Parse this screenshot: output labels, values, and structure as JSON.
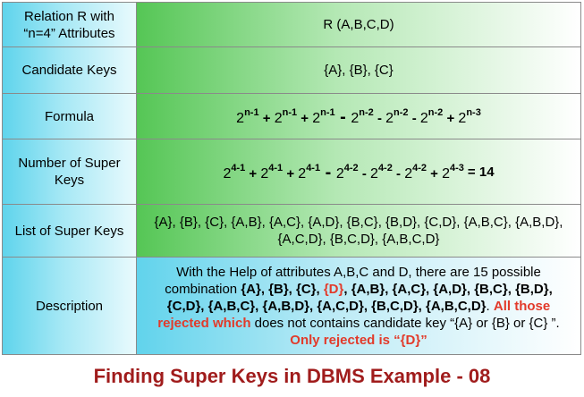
{
  "rows": [
    {
      "label": "Relation R with “n=4” Attributes",
      "value": "R (A,B,C,D)"
    },
    {
      "label": "Candidate Keys",
      "value": "{A}, {B}, {C}"
    },
    {
      "label": "Formula"
    },
    {
      "label": "Number of Super Keys",
      "result": "= 14"
    },
    {
      "label": "List of Super Keys",
      "value": "{A}, {B}, {C}, {A,B}, {A,C}, {A,D}, {B,C}, {B,D}, {C,D}, {A,B,C}, {A,B,D}, {A,C,D}, {B,C,D}, {A,B,C,D}"
    },
    {
      "label": "Description"
    }
  ],
  "formula": {
    "base": "2",
    "exps": [
      "n-1",
      "n-1",
      "n-1",
      "n-2",
      "n-2",
      "n-2",
      "n-3"
    ],
    "ops": [
      "+",
      "+",
      "-",
      "-",
      "-",
      "+"
    ]
  },
  "count_formula": {
    "base": "2",
    "exps": [
      "4-1",
      "4-1",
      "4-1",
      "4-2",
      "4-2",
      "4-2",
      "4-3"
    ],
    "ops": [
      "+",
      "+",
      "-",
      "-",
      "-",
      "+"
    ]
  },
  "description": {
    "intro": "With the Help of attributes A,B,C and D, there are 15 possible combination",
    "sets_a": "{A}, {B}, {C},",
    "rejected_set": "{D}",
    "sets_b": ", {A,B}, {A,C}, {A,D}, {B,C}, {B,D}, {C,D}, {A,B,C}, {A,B,D}, {A,C,D}, {B,C,D}, {A,B,C,D}",
    "dot": ".",
    "red1": "All those rejected which",
    "mid": "does not contains candidate key “{A} or {B} or {C} ”.",
    "red2": "Only rejected is “{D}”"
  },
  "caption": "Finding Super Keys in DBMS Example - 08"
}
